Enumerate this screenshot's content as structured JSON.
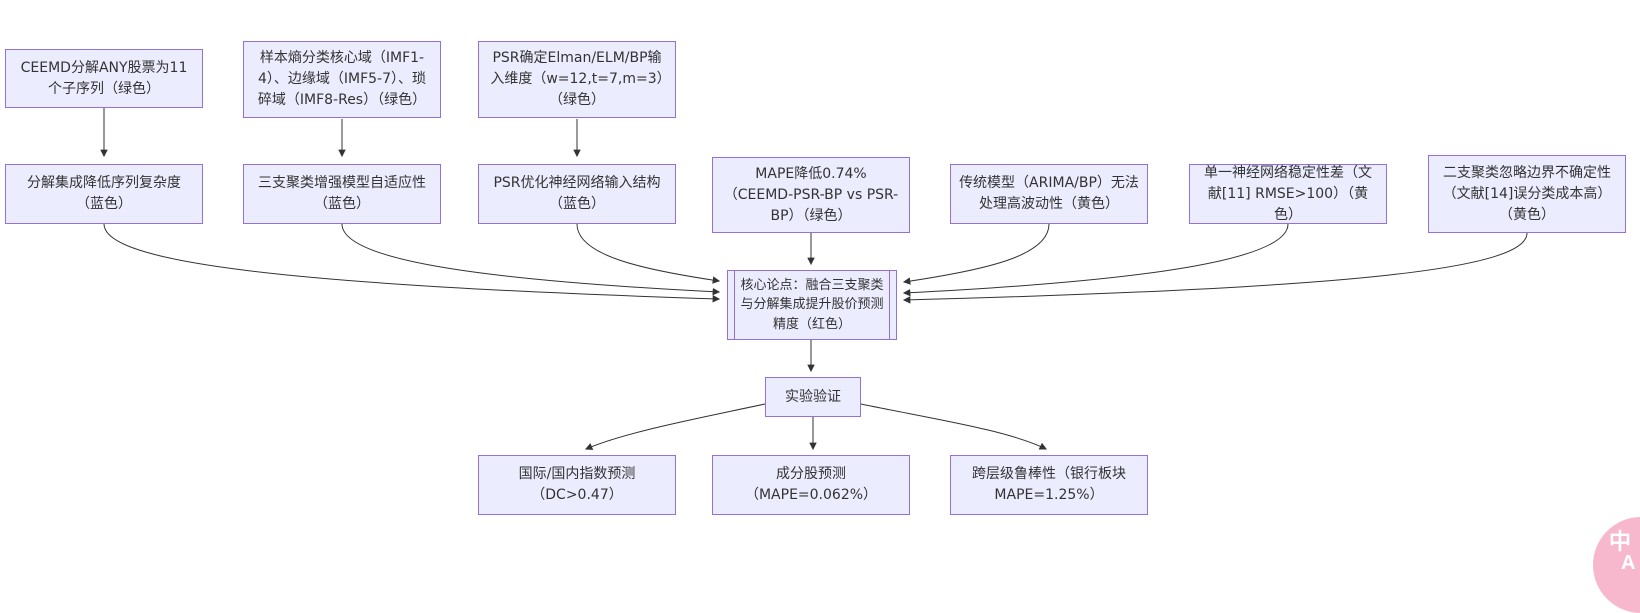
{
  "colors": {
    "node_fill": "#ECECFF",
    "node_border": "#9370DB",
    "edge": "#333333",
    "text": "#333333",
    "toggle_pink": "#F7B8CE",
    "background": "#FFFFFF"
  },
  "diagram": {
    "nodes": {
      "ceemd": {
        "label": "CEEMD分解ANY股票为11个子序列（绿色）"
      },
      "sample_entropy": {
        "label": "样本熵分类核心域（IMF1-4）、边缘域（IMF5-7）、琐碎域（IMF8-Res）（绿色）"
      },
      "psr_dim": {
        "label": "PSR确定Elman/ELM/BP输入维度（w=12,t=7,m=3）（绿色）"
      },
      "decomp_ensemble": {
        "label": "分解集成降低序列复杂度（蓝色）"
      },
      "three_way": {
        "label": "三支聚类增强模型自适应性（蓝色）"
      },
      "psr_opt": {
        "label": "PSR优化神经网络输入结构（蓝色）"
      },
      "mape_drop": {
        "label": "MAPE降低0.74%（CEEMD-PSR-BP vs PSR-BP）（绿色）"
      },
      "traditional": {
        "label": "传统模型（ARIMA/BP）无法处理高波动性（黄色）"
      },
      "single_nn": {
        "label": "单一神经网络稳定性差（文献[11] RMSE>100）（黄色）"
      },
      "two_way": {
        "label": "二支聚类忽略边界不确定性（文献[14]误分类成本高）（黄色）"
      },
      "core": {
        "label": "核心论点：融合三支聚类与分解集成提升股价预测精度（红色）"
      },
      "experiment": {
        "label": "实验验证"
      },
      "index_pred": {
        "label": "国际/国内指数预测（DC>0.47）"
      },
      "stock_pred": {
        "label": "成分股预测（MAPE=0.062%）"
      },
      "robustness": {
        "label": "跨层级鲁棒性（银行板块MAPE=1.25%）"
      }
    }
  },
  "language_toggle": {
    "label": "中/A",
    "label_zh": "中",
    "label_en": "A"
  }
}
